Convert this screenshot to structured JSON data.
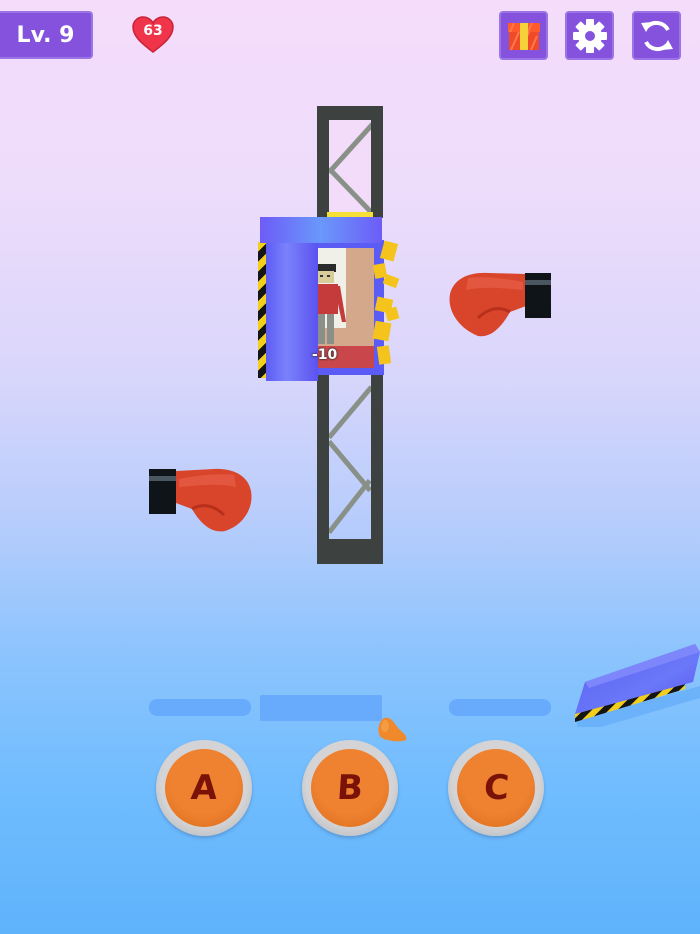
{
  "hud": {
    "level_label": "Lv. 9",
    "lives_count": "63",
    "lives_icon": "heart-icon",
    "heart_color": "#f0344a",
    "buttons": [
      {
        "name": "gift-button",
        "icon": "gift-icon"
      },
      {
        "name": "settings-button",
        "icon": "gear-icon"
      },
      {
        "name": "restart-button",
        "icon": "refresh-icon"
      }
    ],
    "accent_color": "#8452dc"
  },
  "scene": {
    "score_popup": "-10",
    "elements": [
      "tower",
      "elevator",
      "character",
      "left-boxing-glove",
      "right-boxing-glove",
      "hazard-platform",
      "orange-blob"
    ]
  },
  "choices": [
    {
      "label": "A"
    },
    {
      "label": "B"
    },
    {
      "label": "C"
    }
  ]
}
